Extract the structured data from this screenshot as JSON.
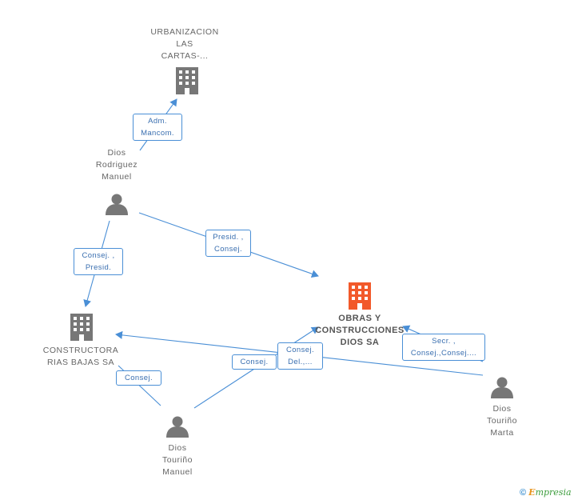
{
  "colors": {
    "edge": "#4a8fd6",
    "company": "#777777",
    "company_main": "#f2592a",
    "person": "#777777"
  },
  "nodes": {
    "urbanizacion": {
      "label": "URBANIZACION\nLAS\nCARTAS-...",
      "icon": "building-icon"
    },
    "rodriguez": {
      "label": "Dios\nRodriguez\nManuel",
      "icon": "person-icon"
    },
    "constructora": {
      "label": "CONSTRUCTORA\nRIAS BAJAS SA",
      "icon": "building-icon"
    },
    "obras": {
      "label": "OBRAS Y\nCONSTRUCCIONES\nDIOS SA",
      "icon": "building-icon"
    },
    "manuel": {
      "label": "Dios\nTouriño\nManuel",
      "icon": "person-icon"
    },
    "marta": {
      "label": "Dios\nTouriño\nMarta",
      "icon": "person-icon"
    }
  },
  "relations": {
    "adm": "Adm.\nMancom.",
    "presid": "Presid. ,\nConsej.",
    "consej_presid": "Consej. ,\nPresid.",
    "consej_manuel_constructora": "Consej.",
    "consej_manuel_obras": "Consej.",
    "consej_del": "Consej.\nDel.,...",
    "secr": "Secr. ,\nConsej.,Consej...."
  },
  "footer": {
    "copyright": "©",
    "brand_first": "E",
    "brand_rest": "mpresia"
  }
}
